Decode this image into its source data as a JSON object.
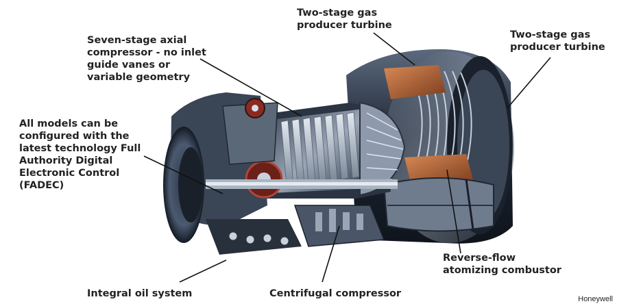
{
  "labels": {
    "turbine_top": "Two-stage gas\nproducer turbine",
    "turbine_right": "Two-stage gas\nproducer turbine",
    "compressor_axial": "Seven-stage axial\ncompressor - no inlet\nguide vanes or\nvariable geometry",
    "fadec": "All models can be\nconfigured with the\nlatest technology Full\nAuthority Digital\nElectronic Control\n(FADEC)",
    "oil_system": "Integral oil system",
    "centrifugal": "Centrifugal compressor",
    "combustor": "Reverse-flow\natomizing combustor"
  },
  "credit": "Honeywell",
  "colors": {
    "background": "#ffffff",
    "text": "#222222",
    "leader": "#111111",
    "casing_dark": "#1d2430",
    "casing_mid": "#4a5668",
    "steel_light": "#b9c3cf",
    "copper": "#b8683a",
    "red": "#8a2a22"
  }
}
